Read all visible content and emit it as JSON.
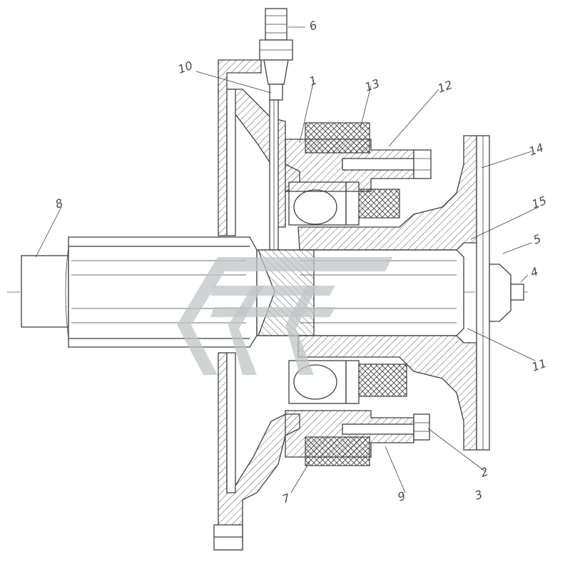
{
  "drawing": {
    "callouts": [
      {
        "id": "c1",
        "text": "1"
      },
      {
        "id": "c2",
        "text": "2"
      },
      {
        "id": "c3",
        "text": "3"
      },
      {
        "id": "c4",
        "text": "4"
      },
      {
        "id": "c5",
        "text": "5"
      },
      {
        "id": "c6",
        "text": "6"
      },
      {
        "id": "c7",
        "text": "7"
      },
      {
        "id": "c8",
        "text": "8"
      },
      {
        "id": "c9",
        "text": "9"
      },
      {
        "id": "c10",
        "text": "10"
      },
      {
        "id": "c11",
        "text": "11"
      },
      {
        "id": "c12",
        "text": "12"
      },
      {
        "id": "c13",
        "text": "13"
      },
      {
        "id": "c14",
        "text": "14"
      },
      {
        "id": "c15",
        "text": "15"
      }
    ],
    "colors": {
      "line": "#3f3f3f",
      "watermark": "#bfc4c4",
      "background": "#ffffff"
    }
  }
}
